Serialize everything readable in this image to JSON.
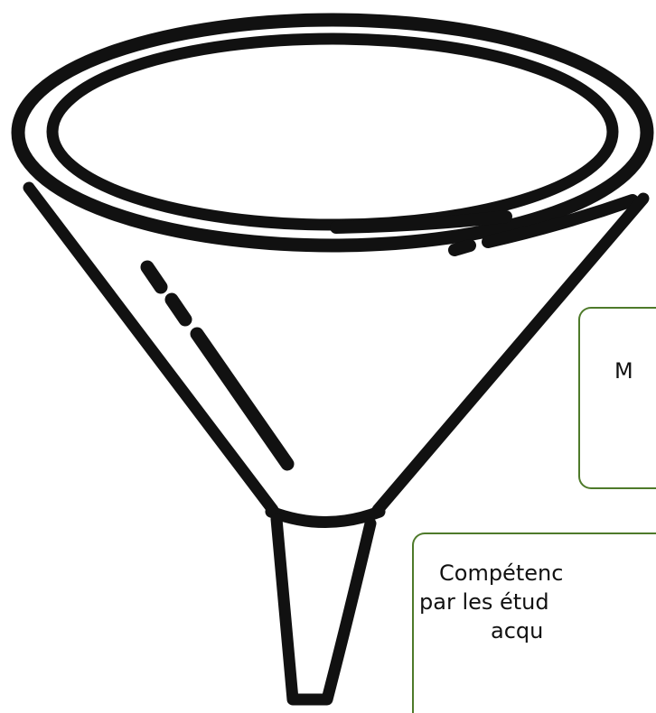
{
  "illustration": {
    "icon": "funnel-icon",
    "stroke_color": "#111111",
    "fill_color": "#ffffff"
  },
  "upper_box": {
    "text": "M",
    "border_color": "#4e7a2a"
  },
  "lower_box": {
    "lines": [
      "Compétenc",
      "par les étud",
      "acqu"
    ],
    "border_color": "#4e7a2a"
  }
}
